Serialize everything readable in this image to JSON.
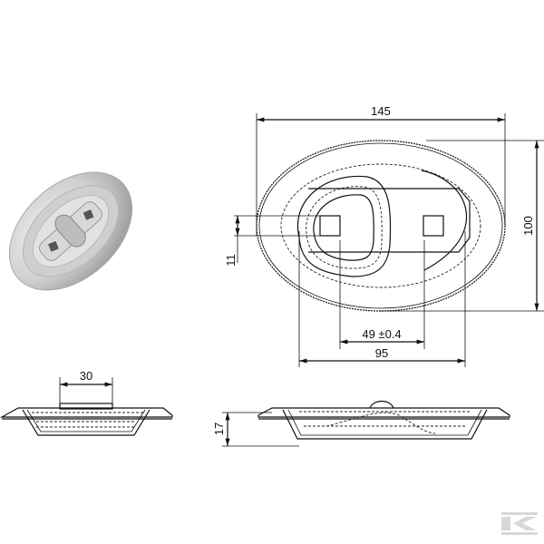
{
  "dimensions": {
    "width": "145",
    "height": "100",
    "slot_width": "11",
    "hole_spacing": "49 ±0.4",
    "ring_width": "95",
    "bracket_width": "30",
    "depth": "17"
  },
  "watermark": "K",
  "colors": {
    "line": "#111111",
    "metal_light": "#e4e4e4",
    "metal_dark": "#9a9a9a",
    "watermark": "#d8d8d8"
  }
}
